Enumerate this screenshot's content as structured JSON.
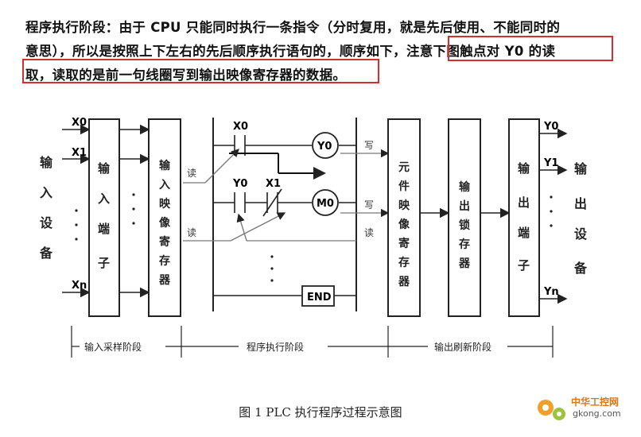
{
  "paragraph": {
    "line1": "程序执行阶段：由于 CPU 只能同时执行一条指令（分时复用，就是先后使用、不能同时的",
    "line2a": "意思），所以是按照上下左右的先后顺序执行语句的，顺序如下，",
    "line2b": "注意下图触点对 Y0 的读",
    "line3": "取，读取的是前一句线圈写到输出映像寄存器的数据。"
  },
  "diagram": {
    "inputs_side": {
      "x0": "X0",
      "x1": "X1",
      "xn": "Xn",
      "dots": "·\n·\n·",
      "device": "输入设备"
    },
    "input_terminal": "输入端子",
    "input_image": "输入映像寄存器",
    "ladder": {
      "x0": "X0",
      "y0_contact": "Y0",
      "x1": "X1",
      "coil_y0": "Y0",
      "coil_m0": "M0",
      "end": "END",
      "read": "读",
      "write": "写"
    },
    "element_image": "元件映像寄存器",
    "output_latch": "输出锁存器",
    "output_terminal": "输出端子",
    "outputs_side": {
      "y0": "Y0",
      "y1": "Y1",
      "yn": "Yn",
      "device": "输出设备"
    },
    "phases": {
      "input": "输入采样阶段",
      "exec": "程序执行阶段",
      "output": "输出刷新阶段"
    }
  },
  "caption": "图 1 PLC 执行程序过程示意图",
  "watermark": {
    "site": "中华工控网",
    "url": "gkong.com"
  },
  "colors": {
    "highlight": "#d32f2f",
    "watermark": "#e8720c"
  }
}
